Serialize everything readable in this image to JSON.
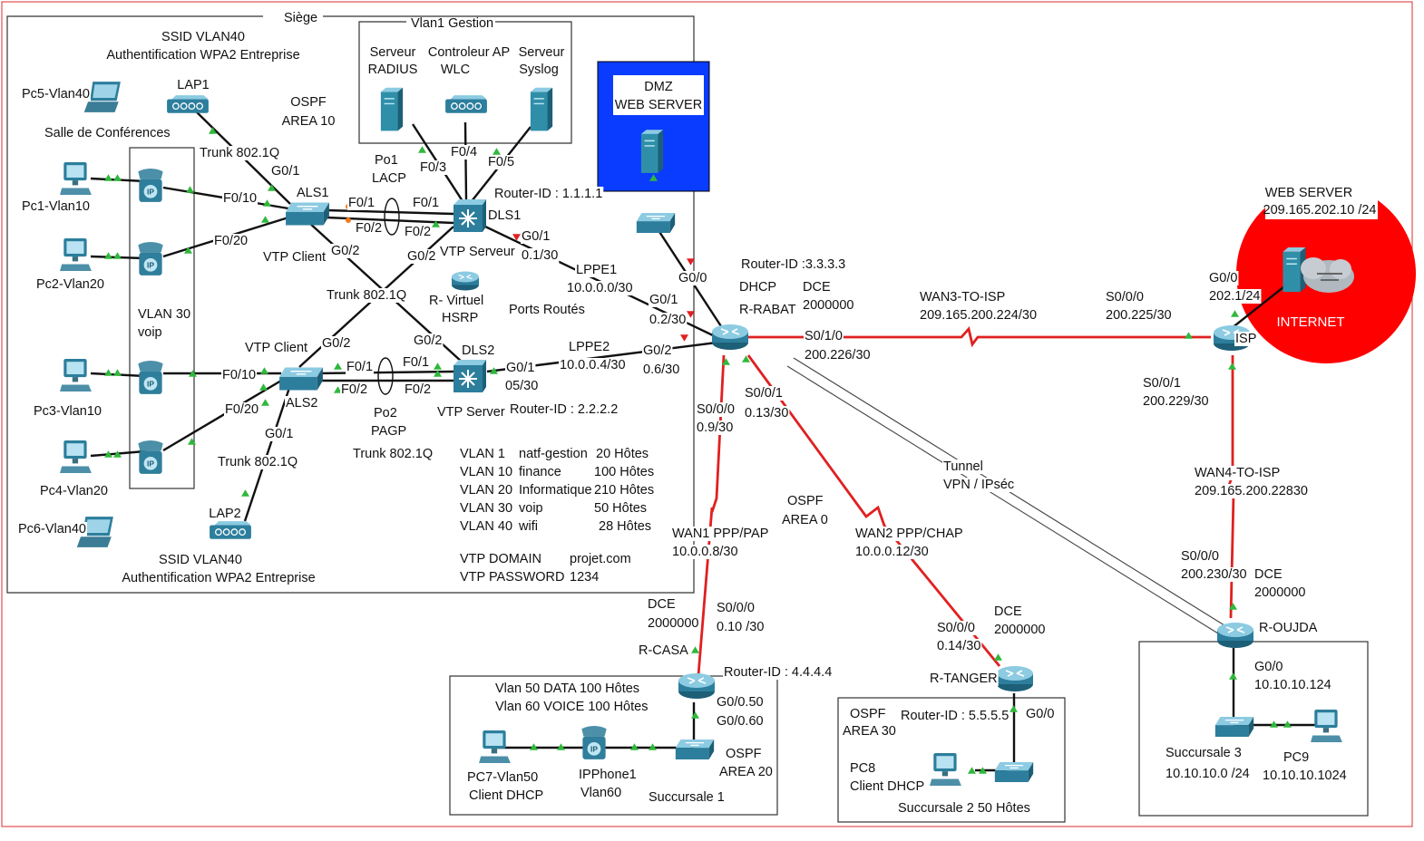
{
  "colors": {
    "wan_link": "#e02020",
    "lan_link": "#111111",
    "port_up": "#2fb83c",
    "port_down": "#e02020",
    "dmz_box": "#0a3cff",
    "internet_circle": "#ff0000",
    "device": "#2f8fb0"
  },
  "areas": {
    "siege": "Siège",
    "vlan1_mgmt": "Vlan1 Gestion",
    "dmz_l1": "DMZ",
    "dmz_l2": "WEB SERVER",
    "web_title": "WEB SERVER",
    "web_ip": "209.165.202.10 /24",
    "internet": "INTERNET"
  },
  "texts": [
    {
      "key": "ssid1a",
      "text": "SSID VLAN40"
    },
    {
      "key": "ssid1b",
      "text": "Authentification WPA2 Entreprise"
    },
    {
      "key": "lap1",
      "text": "LAP1"
    },
    {
      "key": "ospf10a",
      "text": "OSPF"
    },
    {
      "key": "ospf10b",
      "text": "AREA 10"
    },
    {
      "key": "pc5",
      "text": "Pc5-Vlan40"
    },
    {
      "key": "salle",
      "text": "Salle de Conférences"
    },
    {
      "key": "trunk1",
      "text": "Trunk 802.1Q"
    },
    {
      "key": "g01a",
      "text": "G0/1"
    },
    {
      "key": "po1a",
      "text": "Po1"
    },
    {
      "key": "po1b",
      "text": "LACP"
    },
    {
      "key": "f03",
      "text": "F0/3"
    },
    {
      "key": "f04",
      "text": "F0/4"
    },
    {
      "key": "f05",
      "text": "F0/5"
    },
    {
      "key": "srvradius1",
      "text": "Serveur"
    },
    {
      "key": "srvradius2",
      "text": "RADIUS"
    },
    {
      "key": "wlc1",
      "text": "Controleur AP"
    },
    {
      "key": "wlc2",
      "text": "WLC"
    },
    {
      "key": "syslog1",
      "text": "Serveur"
    },
    {
      "key": "syslog2",
      "text": "Syslog"
    },
    {
      "key": "pc1",
      "text": "Pc1-Vlan10"
    },
    {
      "key": "f010a",
      "text": "F0/10"
    },
    {
      "key": "als1",
      "text": "ALS1"
    },
    {
      "key": "f01a",
      "text": "F0/1"
    },
    {
      "key": "f01b",
      "text": "F0/1"
    },
    {
      "key": "f02a",
      "text": "F0/2"
    },
    {
      "key": "f02b",
      "text": "F0/2"
    },
    {
      "key": "dls1",
      "text": "DLS1"
    },
    {
      "key": "rid1",
      "text": "Router-ID : 1.1.1.1"
    },
    {
      "key": "pc2",
      "text": "Pc2-Vlan20"
    },
    {
      "key": "f020a",
      "text": "F0/20"
    },
    {
      "key": "vtpc1",
      "text": "VTP Client"
    },
    {
      "key": "g02a",
      "text": "G0/2"
    },
    {
      "key": "g02b",
      "text": "G0/2"
    },
    {
      "key": "vtps1",
      "text": "VTP Serveur"
    },
    {
      "key": "g01b",
      "text": "G0/1"
    },
    {
      "key": "n01",
      "text": "0.1/30"
    },
    {
      "key": "lppe1",
      "text": "LPPE1"
    },
    {
      "key": "lppe1n",
      "text": "10.0.0.0/30"
    },
    {
      "key": "g01c",
      "text": "G0/1"
    },
    {
      "key": "n02",
      "text": "0.2/30"
    },
    {
      "key": "g00a",
      "text": "G0/0"
    },
    {
      "key": "trunk2",
      "text": "Trunk 802.1Q"
    },
    {
      "key": "rv1",
      "text": "R- Virtuel"
    },
    {
      "key": "rv2",
      "text": "HSRP"
    },
    {
      "key": "ports",
      "text": "Ports Routés"
    },
    {
      "key": "vlan30a",
      "text": "VLAN 30"
    },
    {
      "key": "vlan30b",
      "text": "voip"
    },
    {
      "key": "vtpc2",
      "text": "VTP Client"
    },
    {
      "key": "g02c",
      "text": "G0/2"
    },
    {
      "key": "g02d",
      "text": "G0/2"
    },
    {
      "key": "dls2",
      "text": "DLS2"
    },
    {
      "key": "lppe2",
      "text": "LPPE2"
    },
    {
      "key": "lppe2n",
      "text": "10.0.0.4/30"
    },
    {
      "key": "g02e",
      "text": "G0/2"
    },
    {
      "key": "n06",
      "text": "0.6/30"
    },
    {
      "key": "pc3",
      "text": "Pc3-Vlan10"
    },
    {
      "key": "f010b",
      "text": "F0/10"
    },
    {
      "key": "f01c",
      "text": "F0/1"
    },
    {
      "key": "f01d",
      "text": "F0/1"
    },
    {
      "key": "f02c",
      "text": "F0/2"
    },
    {
      "key": "f02d",
      "text": "F0/2"
    },
    {
      "key": "als2",
      "text": "ALS2"
    },
    {
      "key": "g01d",
      "text": "G0/1"
    },
    {
      "key": "n05",
      "text": "05/30"
    },
    {
      "key": "vtps2",
      "text": "VTP Server"
    },
    {
      "key": "rid2",
      "text": "Router-ID : 2.2.2.2"
    },
    {
      "key": "f020b",
      "text": "F0/20"
    },
    {
      "key": "po2a",
      "text": "Po2"
    },
    {
      "key": "po2b",
      "text": "PAGP"
    },
    {
      "key": "pc4",
      "text": "Pc4-Vlan20"
    },
    {
      "key": "g01e",
      "text": "G0/1"
    },
    {
      "key": "trunk3",
      "text": "Trunk 802.1Q"
    },
    {
      "key": "trunk4",
      "text": "Trunk 802.1Q"
    },
    {
      "key": "lap2",
      "text": "LAP2"
    },
    {
      "key": "pc6",
      "text": "Pc6-Vlan40"
    },
    {
      "key": "ssid2a",
      "text": "SSID VLAN40"
    },
    {
      "key": "ssid2b",
      "text": "Authentification WPA2 Entreprise"
    },
    {
      "key": "vtpdom",
      "text": "VTP DOMAIN"
    },
    {
      "key": "vtpdomv",
      "text": "projet.com"
    },
    {
      "key": "vtppwd",
      "text": "VTP PASSWORD"
    },
    {
      "key": "vtppwdv",
      "text": "1234"
    },
    {
      "key": "rid3",
      "text": "Router-ID :3.3.3.3"
    },
    {
      "key": "dhcp",
      "text": "DHCP"
    },
    {
      "key": "dce1",
      "text": "DCE"
    },
    {
      "key": "dce1v",
      "text": "2000000"
    },
    {
      "key": "rrabat",
      "text": "R-RABAT"
    },
    {
      "key": "s010",
      "text": "S0/1/0"
    },
    {
      "key": "n226",
      "text": "200.226/30"
    },
    {
      "key": "wan3",
      "text": "WAN3-TO-ISP"
    },
    {
      "key": "wan3n",
      "text": "209.165.200.224/30"
    },
    {
      "key": "s000isp",
      "text": "S0/0/0"
    },
    {
      "key": "n225",
      "text": "200.225/30"
    },
    {
      "key": "g00isp",
      "text": "G0/0"
    },
    {
      "key": "n2021",
      "text": "202.1/24"
    },
    {
      "key": "isp",
      "text": "ISP"
    },
    {
      "key": "s001isp",
      "text": "S0/0/1"
    },
    {
      "key": "n229",
      "text": "200.229/30"
    },
    {
      "key": "s000r",
      "text": "S0/0/0"
    },
    {
      "key": "n09",
      "text": "0.9/30"
    },
    {
      "key": "s001r",
      "text": "S0/0/1"
    },
    {
      "key": "n013",
      "text": "0.13/30"
    },
    {
      "key": "tunnel1",
      "text": "Tunnel"
    },
    {
      "key": "tunnel2",
      "text": "VPN / IPséc"
    },
    {
      "key": "wan4",
      "text": "WAN4-TO-ISP"
    },
    {
      "key": "wan4n",
      "text": "209.165.200.22830"
    },
    {
      "key": "ospf0a",
      "text": "OSPF"
    },
    {
      "key": "ospf0b",
      "text": "AREA 0"
    },
    {
      "key": "wan1",
      "text": "WAN1 PPP/PAP"
    },
    {
      "key": "wan1n",
      "text": "10.0.0.8/30"
    },
    {
      "key": "wan2",
      "text": "WAN2 PPP/CHAP"
    },
    {
      "key": "wan2n",
      "text": "10.0.0.12/30"
    },
    {
      "key": "s000o",
      "text": "S0/0/0"
    },
    {
      "key": "n230",
      "text": "200.230/30"
    },
    {
      "key": "dce4",
      "text": "DCE"
    },
    {
      "key": "dce4v",
      "text": "2000000"
    },
    {
      "key": "roujda",
      "text": "R-OUJDA"
    },
    {
      "key": "dce2",
      "text": "DCE"
    },
    {
      "key": "dce2v",
      "text": "2000000"
    },
    {
      "key": "s000c",
      "text": "S0/0/0"
    },
    {
      "key": "n010",
      "text": "0.10 /30"
    },
    {
      "key": "rcasa",
      "text": "R-CASA"
    },
    {
      "key": "rid4",
      "text": "Router-ID : 4.4.4.4"
    },
    {
      "key": "dce3",
      "text": "DCE"
    },
    {
      "key": "dce3v",
      "text": "2000000"
    },
    {
      "key": "s000t",
      "text": "S0/0/0"
    },
    {
      "key": "n014",
      "text": "0.14/30"
    },
    {
      "key": "rtanger",
      "text": "R-TANGER"
    },
    {
      "key": "g00o",
      "text": "G0/0"
    },
    {
      "key": "n10124",
      "text": "10.10.10.124"
    },
    {
      "key": "vl50",
      "text": "Vlan 50 DATA  100 Hôtes"
    },
    {
      "key": "vl60",
      "text": "Vlan 60 VOICE  100 Hôtes"
    },
    {
      "key": "g050",
      "text": "G0/0.50"
    },
    {
      "key": "g060",
      "text": "G0/0.60"
    },
    {
      "key": "ospf20a",
      "text": "OSPF"
    },
    {
      "key": "ospf20b",
      "text": "AREA 20"
    },
    {
      "key": "pc7a",
      "text": "PC7-Vlan50"
    },
    {
      "key": "pc7b",
      "text": "Client DHCP"
    },
    {
      "key": "ipph1",
      "text": "IPPhone1"
    },
    {
      "key": "ipph2",
      "text": "Vlan60"
    },
    {
      "key": "succ1",
      "text": "Succursale 1"
    },
    {
      "key": "ospf30a",
      "text": "OSPF"
    },
    {
      "key": "ospf30b",
      "text": "AREA 30"
    },
    {
      "key": "rid5",
      "text": "Router-ID : 5.5.5.5"
    },
    {
      "key": "g00t",
      "text": "G0/0"
    },
    {
      "key": "pc8a",
      "text": "PC8"
    },
    {
      "key": "pc8b",
      "text": "Client DHCP"
    },
    {
      "key": "succ2",
      "text": "Succursale 2    50 Hôtes"
    },
    {
      "key": "succ3a",
      "text": "Succursale 3"
    },
    {
      "key": "succ3b",
      "text": "10.10.10.0 /24"
    },
    {
      "key": "pc9a",
      "text": "PC9"
    },
    {
      "key": "pc9b",
      "text": "10.10.10.1024"
    }
  ],
  "vlan_table": [
    {
      "vlan": "VLAN 1",
      "name": "natf-gestion",
      "hosts": "20 Hôtes"
    },
    {
      "vlan": "VLAN 10",
      "name": "finance",
      "hosts": "100 Hôtes"
    },
    {
      "vlan": "VLAN 20",
      "name": "Informatique",
      "hosts": "210 Hôtes"
    },
    {
      "vlan": "VLAN 30",
      "name": "voip",
      "hosts": "50 Hôtes"
    },
    {
      "vlan": "VLAN 40",
      "name": "wifi",
      "hosts": "28 Hôtes"
    }
  ]
}
